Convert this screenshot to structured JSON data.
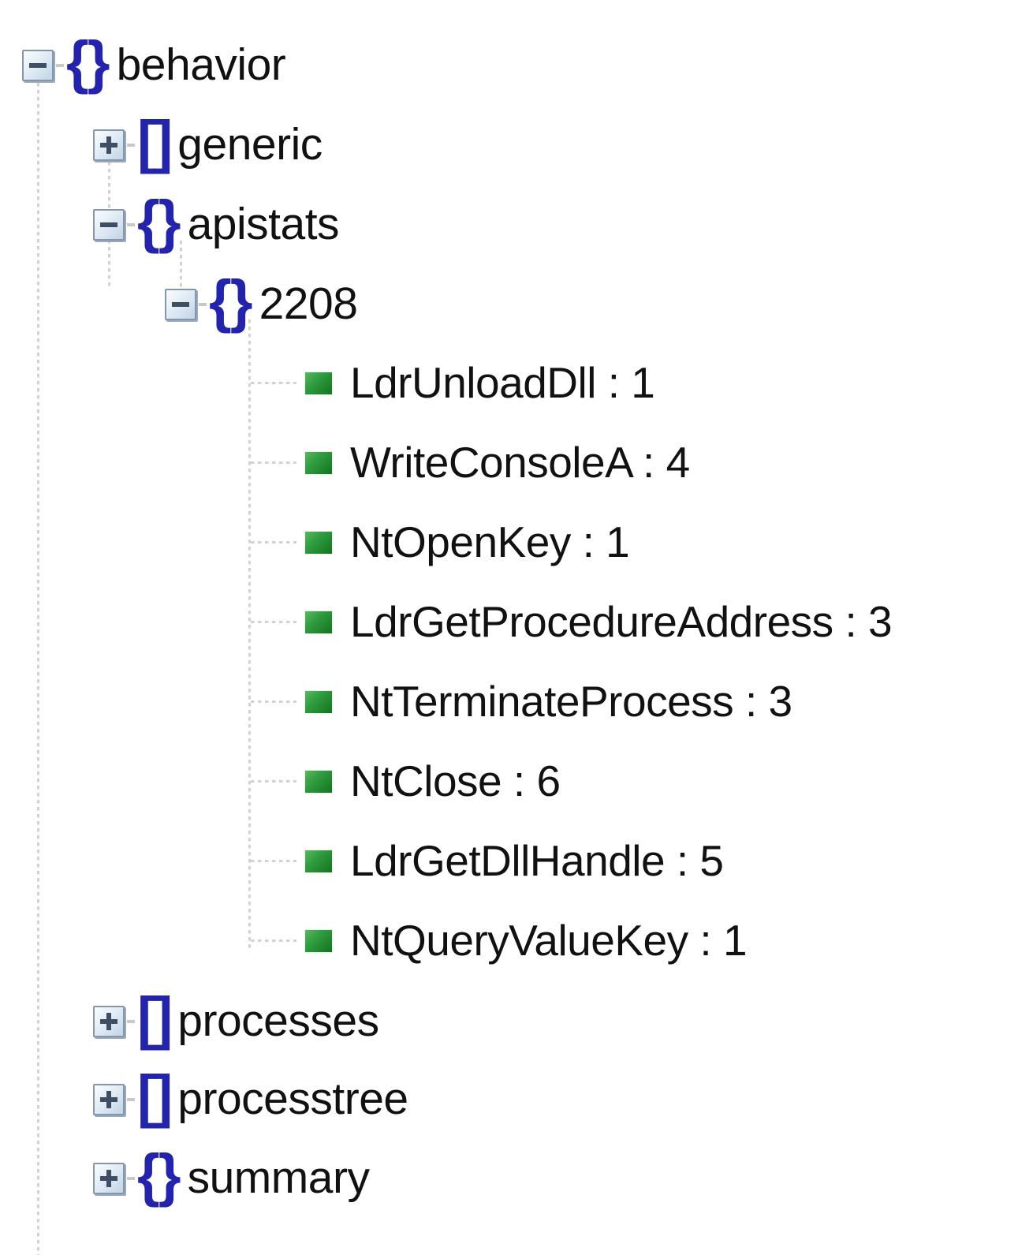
{
  "viewer": {
    "type": "json-tree",
    "background": "#ffffff",
    "brace_color": "#2323ab",
    "leaf_marker_color": "#2f9b3f",
    "text_color": "#111111",
    "connector_color": "#d2d2d2"
  },
  "tree": {
    "root": {
      "label": "behavior",
      "icon": "curly-braces",
      "toggle": "minus",
      "expanded": true
    },
    "children": [
      {
        "label": "generic",
        "icon": "square-brackets",
        "toggle": "plus",
        "expanded": false
      },
      {
        "label": "apistats",
        "icon": "curly-braces",
        "toggle": "minus",
        "expanded": true,
        "children": [
          {
            "label": "2208",
            "icon": "curly-braces",
            "toggle": "minus",
            "expanded": true,
            "leaves": [
              {
                "key": "LdrUnloadDll",
                "value": "1",
                "text": "LdrUnloadDll : 1"
              },
              {
                "key": "WriteConsoleA",
                "value": "4",
                "text": "WriteConsoleA : 4"
              },
              {
                "key": "NtOpenKey",
                "value": "1",
                "text": "NtOpenKey : 1"
              },
              {
                "key": "LdrGetProcedureAddress",
                "value": "3",
                "text": "LdrGetProcedureAddress : 3"
              },
              {
                "key": "NtTerminateProcess",
                "value": "3",
                "text": "NtTerminateProcess : 3"
              },
              {
                "key": "NtClose",
                "value": "6",
                "text": "NtClose : 6"
              },
              {
                "key": "LdrGetDllHandle",
                "value": "5",
                "text": "LdrGetDllHandle : 5"
              },
              {
                "key": "NtQueryValueKey",
                "value": "1",
                "text": "NtQueryValueKey : 1"
              }
            ]
          }
        ]
      },
      {
        "label": "processes",
        "icon": "square-brackets",
        "toggle": "plus",
        "expanded": false
      },
      {
        "label": "processtree",
        "icon": "square-brackets",
        "toggle": "plus",
        "expanded": false
      },
      {
        "label": "summary",
        "icon": "curly-braces",
        "toggle": "plus",
        "expanded": false
      }
    ]
  },
  "glyphs": {
    "curly_braces": "{}",
    "square_brackets": "[]"
  }
}
